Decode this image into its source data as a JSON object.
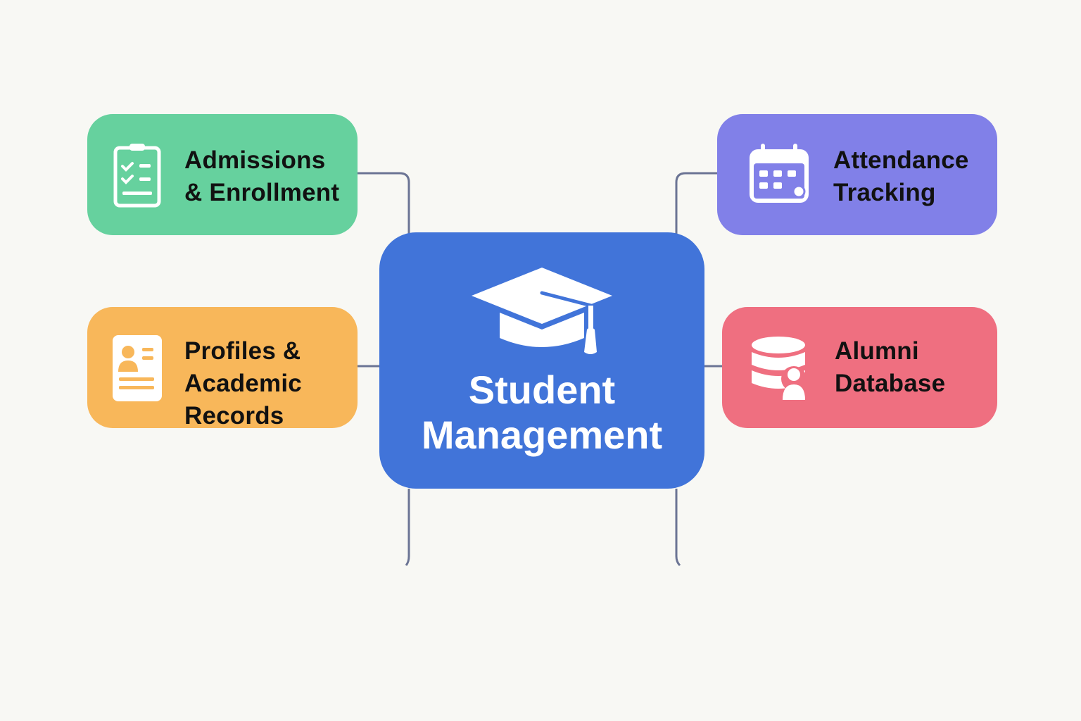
{
  "diagram": {
    "title": "Student Management",
    "center": {
      "line1": "Student",
      "line2": "Management",
      "icon": "graduation-cap-icon",
      "color": "#4174d9"
    },
    "nodes": [
      {
        "id": "admissions",
        "line1": "Admissions",
        "line2": "& Enrollment",
        "icon": "clipboard-checklist-icon",
        "color": "#66d19e"
      },
      {
        "id": "attendance",
        "line1": "Attendance",
        "line2": "Tracking",
        "icon": "calendar-icon",
        "color": "#8180e8"
      },
      {
        "id": "profiles",
        "line1": "Profiles &",
        "line2": "Academic",
        "line3": "Records",
        "icon": "profile-card-icon",
        "color": "#f8b75a"
      },
      {
        "id": "alumni",
        "line1": "Alumni",
        "line2": "Database",
        "icon": "database-user-icon",
        "color": "#ef6f80"
      }
    ],
    "connector_color": "#6b7494",
    "background": "#f8f8f4"
  }
}
